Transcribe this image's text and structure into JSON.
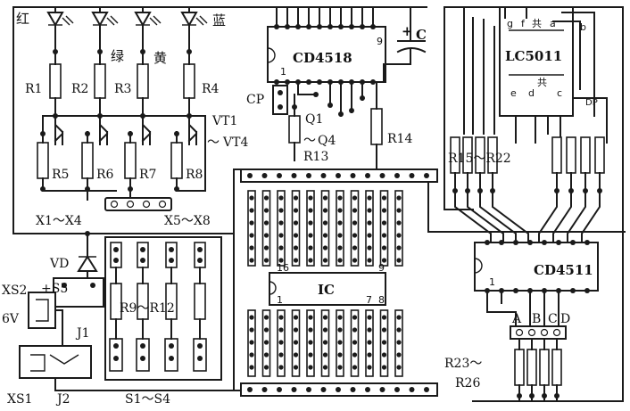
{
  "leds": {
    "red": "红",
    "green": "绿",
    "yellow": "黄",
    "blue": "蓝"
  },
  "resistors_top": [
    "R1",
    "R2",
    "R3",
    "R4"
  ],
  "resistors_base": [
    "R5",
    "R6",
    "R7",
    "R8"
  ],
  "transistors": {
    "first": "VT1",
    "range_sep": "～",
    "last": "VT4"
  },
  "ic_counter": {
    "name": "CD4518",
    "pin1": "1",
    "pin9": "9"
  },
  "capacitor": {
    "name": "C",
    "plus": "+"
  },
  "cp_label": "CP",
  "q_label": {
    "first": "Q1",
    "sep": "～",
    "last": "Q4"
  },
  "r13": "R13",
  "r14": "R14",
  "display": {
    "name": "LC5011",
    "seg_top": [
      "g",
      "f",
      "共",
      "a",
      "b"
    ],
    "seg_bottom": [
      "e",
      "d",
      "共",
      "c",
      "DP"
    ]
  },
  "r15_22": "R15～R22",
  "connectors": {
    "x1_4": "X1～X4",
    "x5_8": "X5～X8"
  },
  "vd": "VD",
  "xs2": "XS2",
  "s5": "+S5",
  "voltage": "6V",
  "j1": "J1",
  "j2": "J2",
  "xs1": "XS1",
  "r9_12": "R9～R12",
  "s1_4": "S1～S4",
  "ic_socket": {
    "name": "IC",
    "pin16": "16",
    "pin9": "9",
    "pin1": "1",
    "pin7": "7",
    "pin8": "8"
  },
  "decoder": {
    "name": "CD4511",
    "pin1": "1"
  },
  "abcd": [
    "A",
    "B",
    "C",
    "D"
  ],
  "r23_26": {
    "first": "R23～",
    "last": "R26"
  }
}
